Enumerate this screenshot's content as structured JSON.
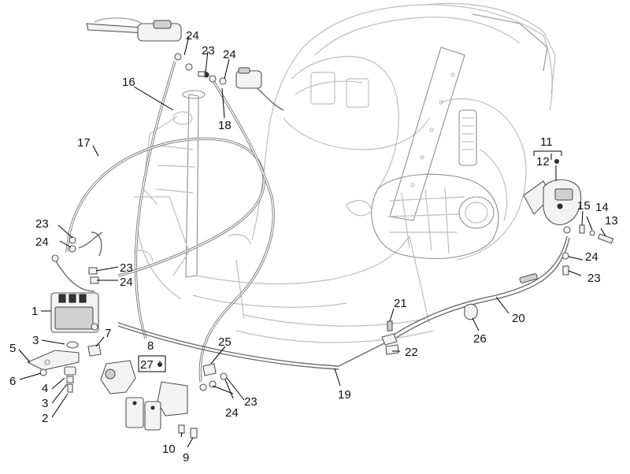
{
  "labels": {
    "l1": "1",
    "l2": "2",
    "l3a": "3",
    "l3b": "3",
    "l4": "4",
    "l5": "5",
    "l6": "6",
    "l7": "7",
    "l8": "8",
    "l9": "9",
    "l10": "10",
    "l11": "11",
    "l12": "12",
    "l13": "13",
    "l14": "14",
    "l15": "15",
    "l16": "16",
    "l17": "17",
    "l18": "18",
    "l19": "19",
    "l20": "20",
    "l21": "21",
    "l22": "22",
    "l23a": "23",
    "l23b": "23",
    "l23c": "23",
    "l23d": "23",
    "l23e": "23",
    "l24a": "24",
    "l24b": "24",
    "l24c": "24",
    "l24d": "24",
    "l24e": "24",
    "l24f": "24",
    "l25": "25",
    "l26": "26",
    "l27": "27"
  }
}
